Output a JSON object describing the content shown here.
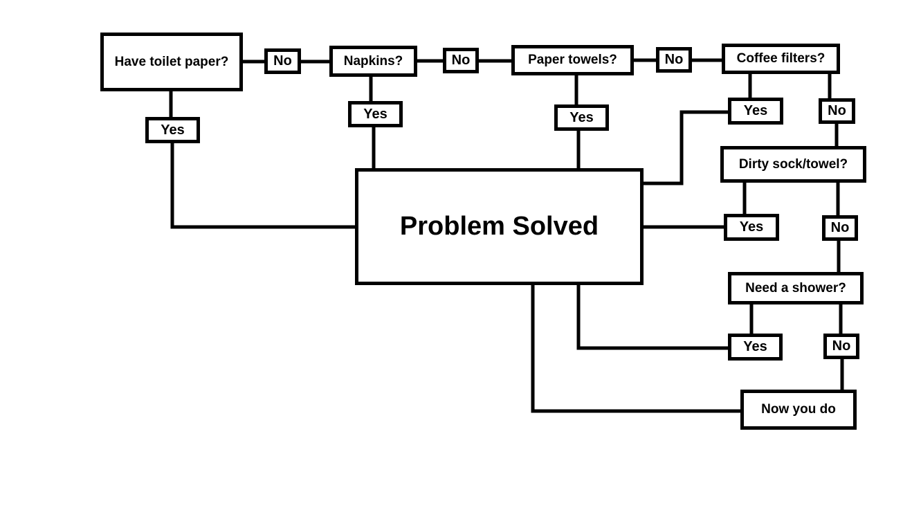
{
  "diagram": {
    "type": "flowchart",
    "colors": {
      "line": "#000000",
      "background": "#ffffff"
    },
    "nodes": {
      "toilet_paper": "Have toilet paper?",
      "napkins": "Napkins?",
      "paper_towels": "Paper towels?",
      "coffee_filters": "Coffee filters?",
      "dirty_sock": "Dirty sock/towel?",
      "shower": "Need a shower?",
      "solved": "Problem Solved",
      "now_you_do": "Now you do"
    },
    "labels": {
      "yes": "Yes",
      "no": "No"
    },
    "edges": [
      {
        "from": "Have toilet paper?",
        "label": "No",
        "to": "Napkins?"
      },
      {
        "from": "Have toilet paper?",
        "label": "Yes",
        "to": "Problem Solved"
      },
      {
        "from": "Napkins?",
        "label": "No",
        "to": "Paper towels?"
      },
      {
        "from": "Napkins?",
        "label": "Yes",
        "to": "Problem Solved"
      },
      {
        "from": "Paper towels?",
        "label": "No",
        "to": "Coffee filters?"
      },
      {
        "from": "Paper towels?",
        "label": "Yes",
        "to": "Problem Solved"
      },
      {
        "from": "Coffee filters?",
        "label": "Yes",
        "to": "Problem Solved"
      },
      {
        "from": "Coffee filters?",
        "label": "No",
        "to": "Dirty sock/towel?"
      },
      {
        "from": "Dirty sock/towel?",
        "label": "Yes",
        "to": "Problem Solved"
      },
      {
        "from": "Dirty sock/towel?",
        "label": "No",
        "to": "Need a shower?"
      },
      {
        "from": "Need a shower?",
        "label": "Yes",
        "to": "Problem Solved"
      },
      {
        "from": "Need a shower?",
        "label": "No",
        "to": "Now you do"
      },
      {
        "from": "Now you do",
        "label": "",
        "to": "Problem Solved"
      }
    ]
  }
}
